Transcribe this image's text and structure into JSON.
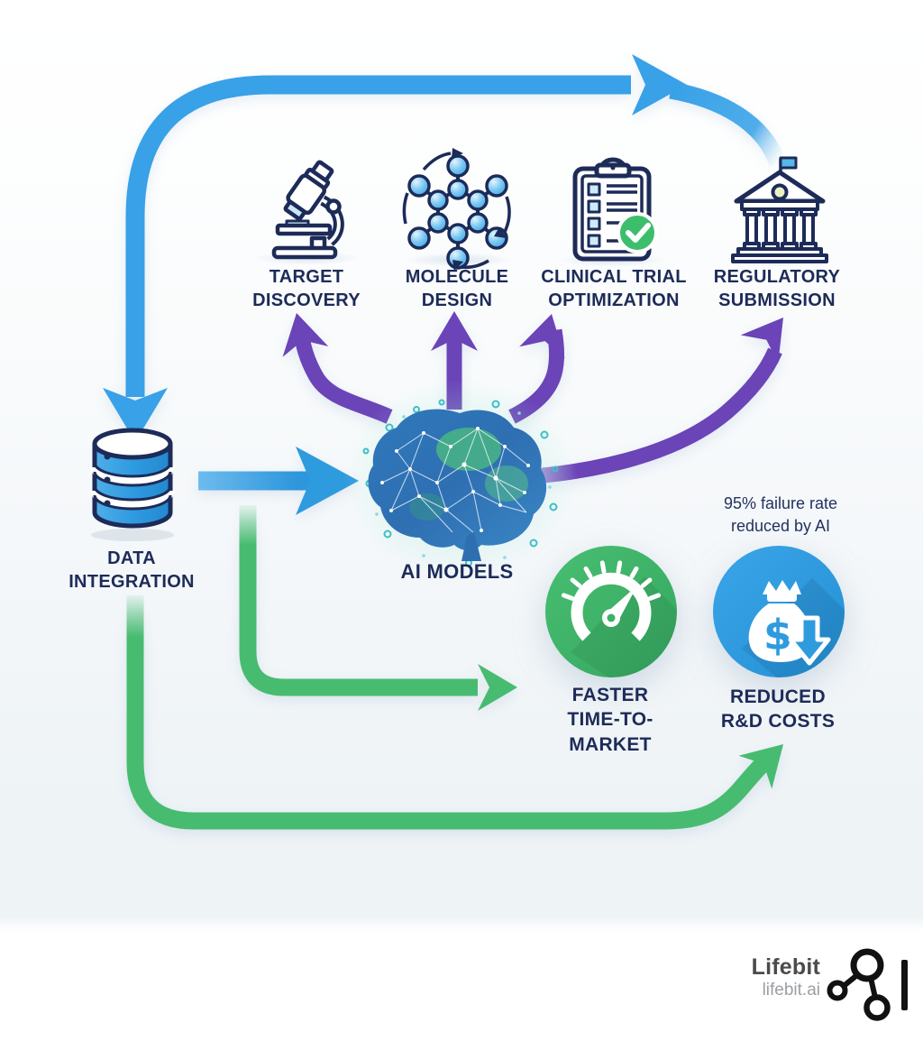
{
  "diagram": {
    "nodes": {
      "target_discovery": {
        "label": "TARGET\nDISCOVERY"
      },
      "molecule_design": {
        "label": "MOLECULE\nDESIGN"
      },
      "clinical_trial": {
        "label": "CLINICAL TRIAL\nOPTIMIZATION"
      },
      "regulatory": {
        "label": "REGULATORY\nSUBMISSION"
      },
      "data_integration": {
        "label": "DATA\nINTEGRATION"
      },
      "ai_models": {
        "label": "AI MODELS"
      },
      "faster_ttm": {
        "label": "FASTER\nTIME-TO-\nMARKET"
      },
      "reduced_costs": {
        "label": "REDUCED\nR&D COSTS"
      }
    },
    "annotation": "95% failure rate\nreduced by AI",
    "icons": {
      "target_discovery": "microscope-icon",
      "molecule_design": "molecule-icon",
      "clinical_trial": "clipboard-check-icon",
      "regulatory": "government-building-icon",
      "data_integration": "database-icon",
      "ai_models": "neural-brain-icon",
      "faster_ttm": "speedometer-icon",
      "reduced_costs": "money-bag-down-arrow-icon",
      "brand": "molecule-network-icon"
    },
    "colors": {
      "blue": "#38A1E7",
      "purple": "#6B44B8",
      "green": "#47BC70",
      "navy": "#1D2B58",
      "badge_green": "#3FB56A",
      "badge_blue": "#2F9BDF"
    }
  },
  "branding": {
    "name": "Lifebit",
    "domain": "lifebit.ai"
  }
}
